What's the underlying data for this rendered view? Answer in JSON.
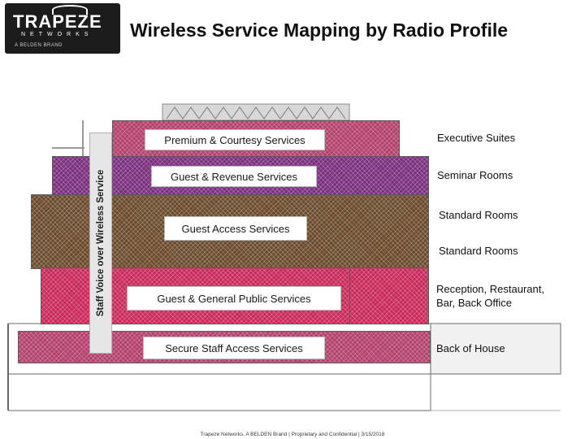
{
  "logo": {
    "main": "TRAPEZE",
    "sub": "NETWORKS",
    "tag": "A BELDEN BRAND"
  },
  "title": "Wireless Service Mapping by Radio Profile",
  "vertical_label": "Staff Voice over Wireless Service",
  "floors": [
    {
      "service": "Premium & Courtesy Services",
      "area": "Executive Suites",
      "color": "#b2406b"
    },
    {
      "service": "Guest & Revenue Services",
      "area": "Seminar Rooms",
      "color": "#7a2e7e"
    },
    {
      "service": "Guest Access Services",
      "area": "Standard Rooms",
      "area2": "Standard Rooms",
      "color": "#6b4a2c"
    },
    {
      "service": "Guest & General Public Services",
      "area": "Reception, Restaurant,",
      "area_line2": "Bar, Back Office",
      "color": "#c8285a"
    },
    {
      "service": "Secure Staff Access Services",
      "area": "Back of House",
      "color": "#b2406b"
    }
  ],
  "footer": "Trapeze Networks, A BELDEN Brand | Proprietary and Confidential | 3/15/2018"
}
